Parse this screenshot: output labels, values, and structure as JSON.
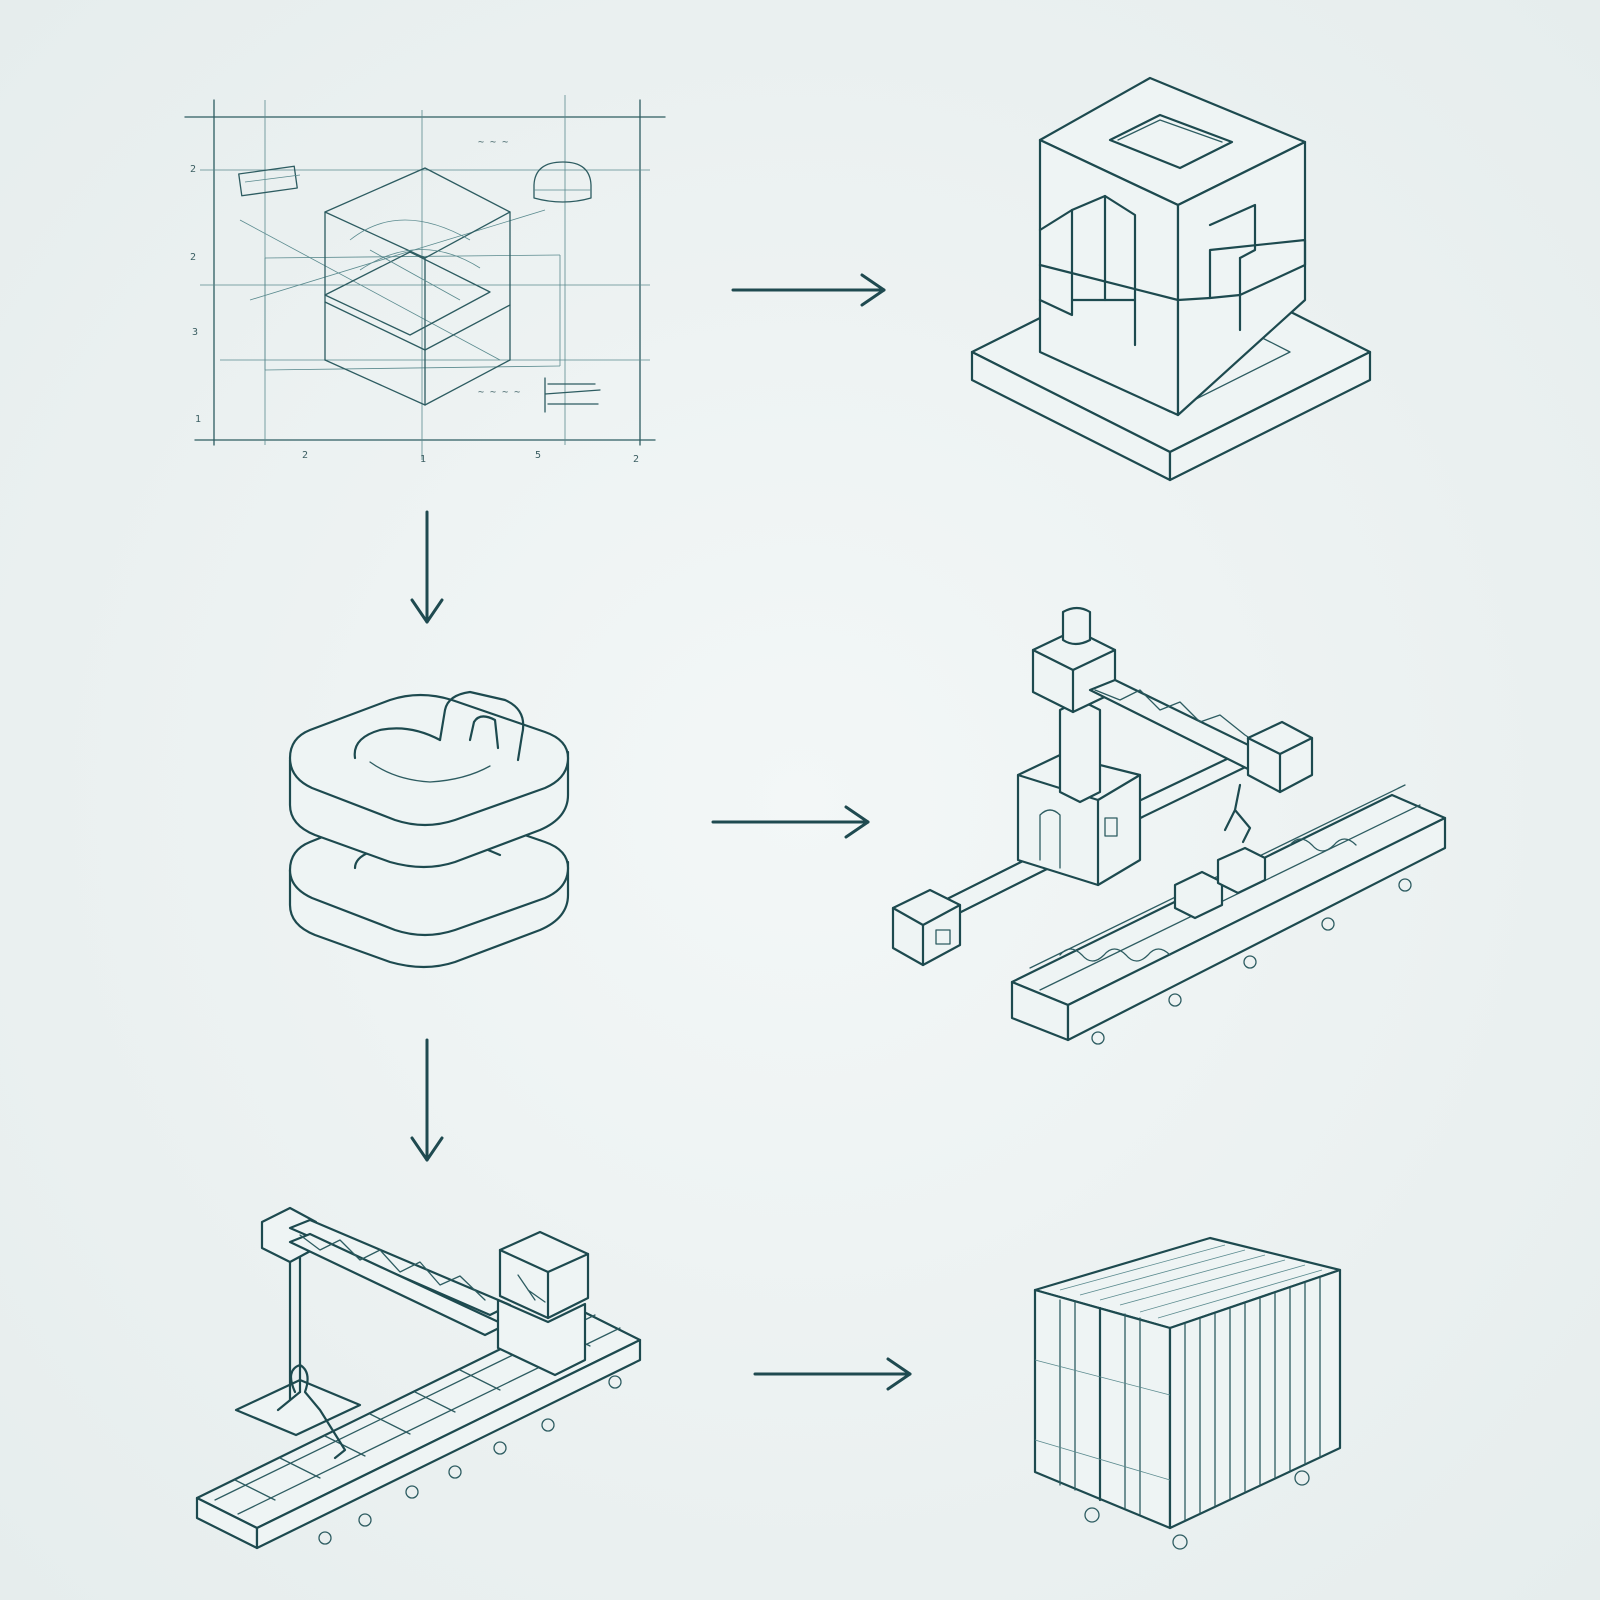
{
  "colors": {
    "background": "#edf2f3",
    "ink": "#1d4a4f",
    "arrow": "#1f4a50"
  },
  "steps": [
    {
      "id": "sketch",
      "icon": "blueprint-sketch-icon"
    },
    {
      "id": "cad-model",
      "icon": "3d-cube-model-icon"
    },
    {
      "id": "prototype",
      "icon": "stacked-prototype-icon"
    },
    {
      "id": "factory-setup",
      "icon": "gantry-assembly-line-icon"
    },
    {
      "id": "production-line",
      "icon": "crane-conveyor-icon"
    },
    {
      "id": "shipping",
      "icon": "shipping-container-icon"
    }
  ],
  "connections": [
    {
      "from": "sketch",
      "to": "cad-model",
      "direction": "right"
    },
    {
      "from": "sketch",
      "to": "prototype",
      "direction": "down"
    },
    {
      "from": "prototype",
      "to": "factory-setup",
      "direction": "right"
    },
    {
      "from": "prototype",
      "to": "production-line",
      "direction": "down"
    },
    {
      "from": "production-line",
      "to": "shipping",
      "direction": "right"
    }
  ]
}
